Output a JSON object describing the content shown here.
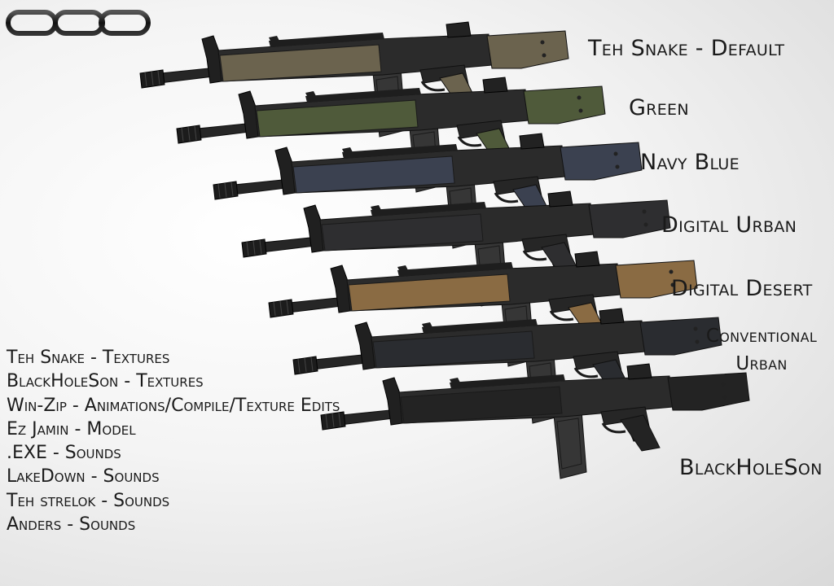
{
  "variants": [
    {
      "label": "Teh Snake - Default",
      "color": "#6b634e"
    },
    {
      "label": "Green",
      "color": "#4f5a3a"
    },
    {
      "label": "Navy Blue",
      "color": "#3b4150"
    },
    {
      "label": "Digital Urban",
      "color": "#2e2e30"
    },
    {
      "label": "Digital Desert",
      "color": "#8a6b43"
    },
    {
      "label": "Conventional Urban",
      "color": "#2a2c30"
    },
    {
      "label": "BlackHoleSon",
      "color": "#232323"
    }
  ],
  "credits": [
    "Teh Snake - Textures",
    "BlackHoleSon - Textures",
    "Win-Zip - Animations/Compile/Texture Edits",
    "Ez  Jamin - Model",
    ".EXE - Sounds",
    "LakeDown - Sounds",
    "Teh strelok - Sounds",
    "Anders - Sounds"
  ],
  "logo_icon": "chain-links-icon"
}
